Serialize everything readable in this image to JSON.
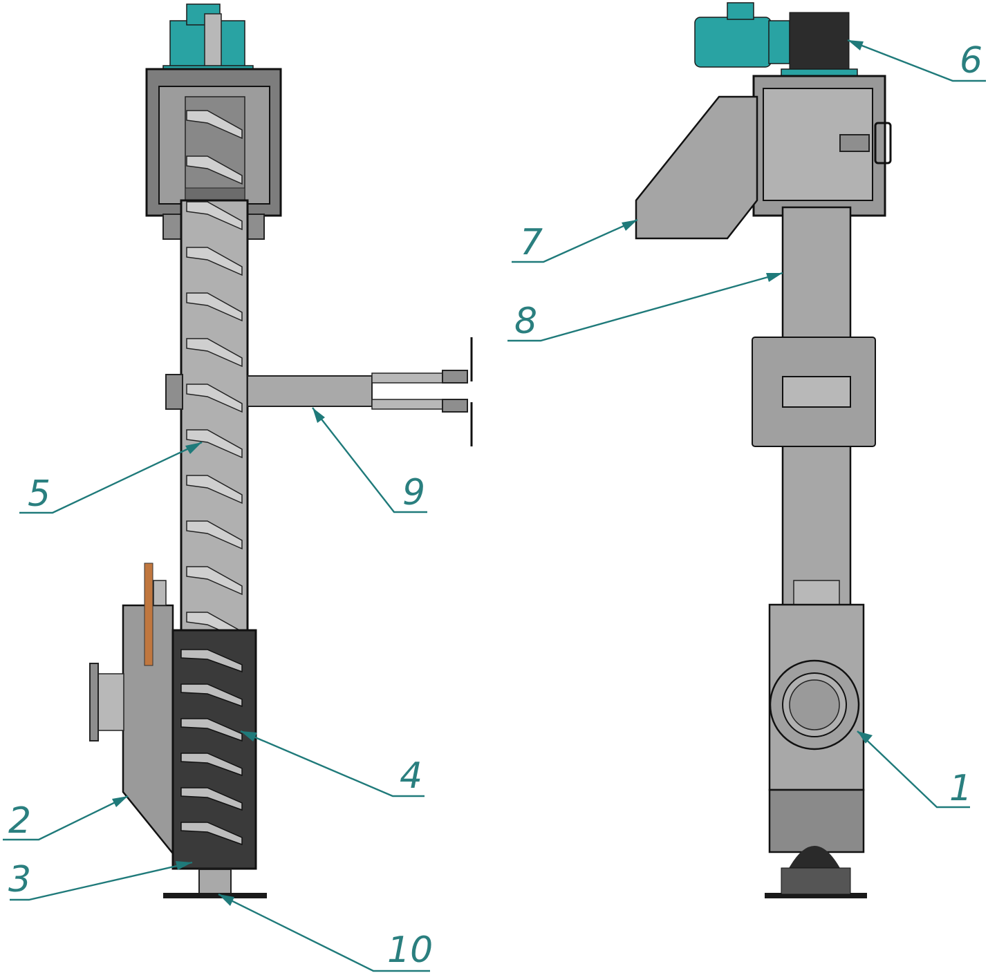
{
  "callouts": [
    {
      "id": "1",
      "label": "1"
    },
    {
      "id": "2",
      "label": "2"
    },
    {
      "id": "3",
      "label": "3"
    },
    {
      "id": "4",
      "label": "4"
    },
    {
      "id": "5",
      "label": "5"
    },
    {
      "id": "6",
      "label": "6"
    },
    {
      "id": "7",
      "label": "7"
    },
    {
      "id": "8",
      "label": "8"
    },
    {
      "id": "9",
      "label": "9"
    },
    {
      "id": "10",
      "label": "10"
    }
  ],
  "colors": {
    "leader": "#1f7a7a",
    "label": "#2a7f7f",
    "motor": "#29a3a3",
    "body": "#a9a9a9"
  }
}
